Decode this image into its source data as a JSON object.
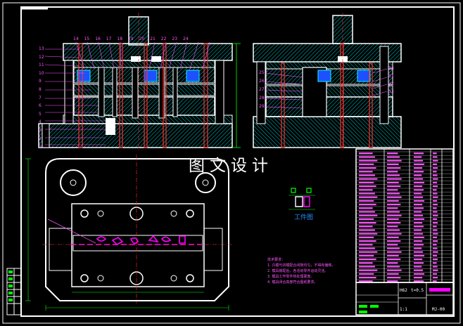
{
  "watermark": "图文设计",
  "workpiece_caption": "工件图",
  "part_numbers_top": [
    "14",
    "15",
    "16",
    "17",
    "18",
    "19",
    "20",
    "21",
    "22",
    "23",
    "24"
  ],
  "part_numbers_left": [
    "13",
    "12",
    "11",
    "10",
    "9",
    "8",
    "7",
    "6",
    "5",
    "4",
    "3",
    "2",
    "1"
  ],
  "part_numbers_side_left": [
    "25",
    "26",
    "27",
    "28",
    "29"
  ],
  "part_numbers_side_right": [
    "30",
    "31",
    "32",
    "33"
  ],
  "tech_notes": {
    "title": "技术要求：",
    "lines": [
      "1. 凸模与凹模配合间隙均匀，不得有偏移。",
      "2. 模具装配后，各活动零件运动灵活。",
      "3. 模具工作零件热处理硬度。",
      "4. 模具闭合高度符合图纸要求。"
    ]
  },
  "title_block": {
    "scale": "1:1",
    "material": "H62",
    "thickness": "t=0.5",
    "drawing_no": "MJ-00"
  },
  "colors": {
    "background": "#000000",
    "outline": "#ffffff",
    "hatch": "#00ffff",
    "red": "#ff3030",
    "magenta": "#ff00ff",
    "blue": "#1e90ff",
    "green": "#00ff00",
    "yellow": "#ffff00"
  }
}
